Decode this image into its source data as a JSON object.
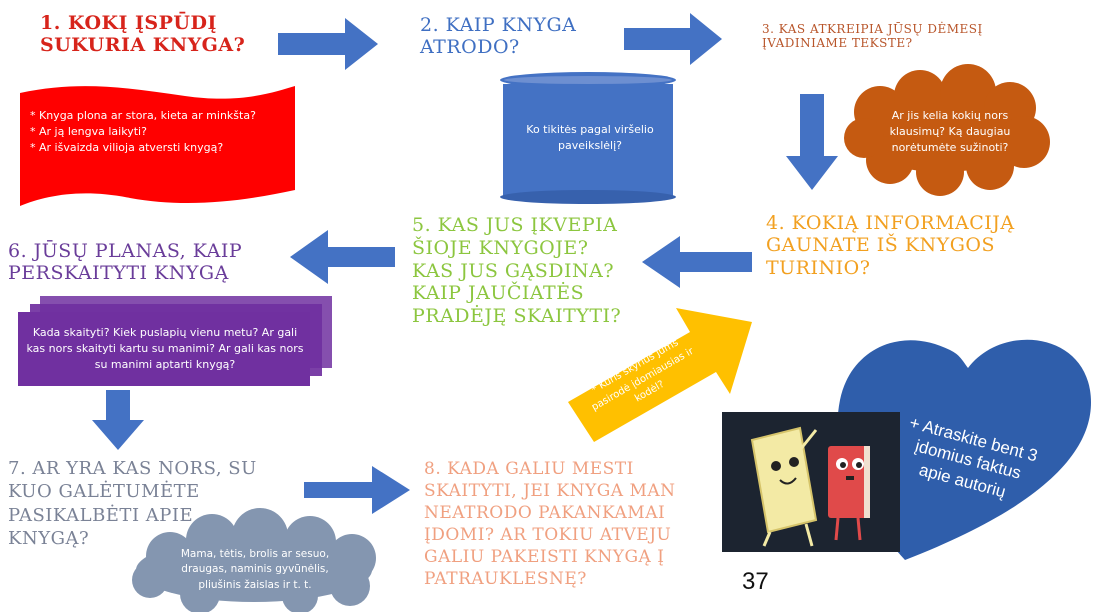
{
  "steps": {
    "s1": {
      "title": "1. KOKĮ ĮSPŪDĮ\nSUKURIA KNYGA?",
      "color": "#d7241b"
    },
    "s2": {
      "title": "2. KAIP KNYGA\nATRODO?",
      "color": "#3f6fc2"
    },
    "s3": {
      "title": "3. KAS ATKREIPIA JŪSŲ DĖMESĮ\nĮVADINIAME TEKSTE?",
      "color": "#b8552a"
    },
    "s4": {
      "title": "4. KOKIĄ INFORMACIJĄ\nGAUNATE IŠ KNYGOS\nTURINIO?",
      "color": "#f2a020"
    },
    "s5": {
      "title": "5. KAS JUS ĮKVEPIA\nŠIOJE KNYGOJE?\nKAS JUS GĄSDINA?\nKAIP JAUČIATĖS\nPRADĖJĘ SKAITYTI?",
      "color": "#8cc63f"
    },
    "s6": {
      "title": "6. JŪSŲ PLANAS, KAIP\nPERSKAITYTI KNYGĄ",
      "color": "#6a3d9a"
    },
    "s7": {
      "title": "7. AR YRA KAS NORS, SU\nKUO GALĖTUMĖTE\nPASIKALBĖTI APIE\nKNYGĄ?",
      "color": "#7a8296"
    },
    "s8": {
      "title": "8. KADA GALIU MESTI\nSKAITYTI, JEI KNYGA MAN\nNEATRODO PAKANKAMAI\nĮDOMI? AR TOKIU ATVEJU\nGALIU PAKEISTI KNYGĄ Į\nPATRAUKLESNĘ?",
      "color": "#f0a080"
    }
  },
  "notes": {
    "n1": [
      "* Knyga plona ar stora, kieta ar minkšta?",
      "* Ar ją lengva laikyti?",
      "* Ar išvaizda vilioja atversti knygą?"
    ],
    "n2": "Ko tikitės pagal viršelio paveikslėlį?",
    "n3": "Ar jis kelia kokių nors klausimų? Ką daugiau norėtumėte sužinoti?",
    "n5": "* Kuris skyrius jums pasirodė įdomiausias ir kodėl?",
    "n6": "Kada skaityti? Kiek puslapių vienu metu? Ar gali kas nors skaityti kartu su manimi? Ar gali kas nors su manimi aptarti knygą?",
    "n7": "Mama, tėtis, brolis ar sesuo, draugas, naminis gyvūnėlis, pliušinis žaislas ir t. t.",
    "heart": "+ Atraskite bent 3 įdomius faktus apie autorių"
  },
  "colors": {
    "arrow": "#4472c4",
    "flag": "#ff0000",
    "scroll": "#4472c4",
    "cloud3": "#c55a11",
    "stack": "#7030a0",
    "cloud7": "#8496b0",
    "yellow_arrow": "#ffc000",
    "heart": "#2f5eab",
    "book_bg": "#1c2430"
  },
  "illustration": "book-characters",
  "page_number": "37"
}
